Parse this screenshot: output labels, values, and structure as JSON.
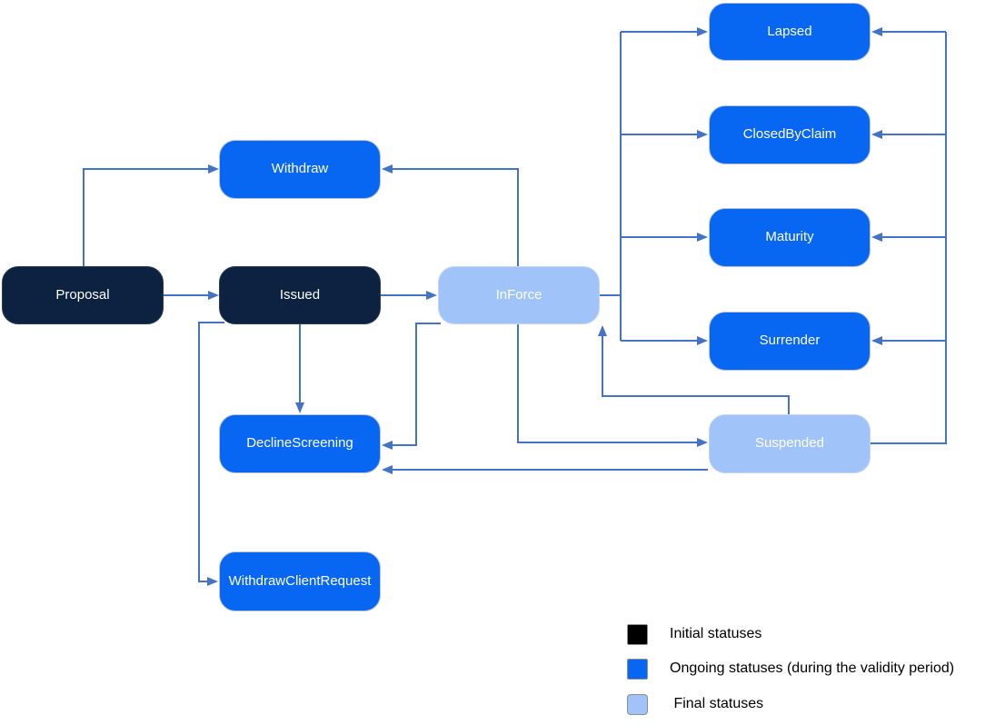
{
  "diagram": {
    "nodes": {
      "proposal": {
        "label": "Proposal",
        "type": "initial"
      },
      "withdraw": {
        "label": "Withdraw",
        "type": "ongoing"
      },
      "issued": {
        "label": "Issued",
        "type": "initial"
      },
      "inforce": {
        "label": "InForce",
        "type": "final"
      },
      "lapsed": {
        "label": "Lapsed",
        "type": "ongoing"
      },
      "closed_by_claim": {
        "label": "ClosedByClaim",
        "type": "ongoing"
      },
      "maturity": {
        "label": "Maturity",
        "type": "ongoing"
      },
      "surrender": {
        "label": "Surrender",
        "type": "ongoing"
      },
      "suspended": {
        "label": "Suspended",
        "type": "final"
      },
      "decline_screening": {
        "label": "DeclineScreening",
        "type": "ongoing"
      },
      "withdraw_client_request": {
        "label": "WithdrawClientRequest",
        "type": "ongoing"
      }
    },
    "transitions": [
      {
        "from": "Proposal",
        "to": "Withdraw"
      },
      {
        "from": "Proposal",
        "to": "Issued"
      },
      {
        "from": "Issued",
        "to": "InForce"
      },
      {
        "from": "Issued",
        "to": "DeclineScreening"
      },
      {
        "from": "Issued",
        "to": "WithdrawClientRequest"
      },
      {
        "from": "InForce",
        "to": "Withdraw"
      },
      {
        "from": "InForce",
        "to": "DeclineScreening"
      },
      {
        "from": "InForce",
        "to": "Suspended"
      },
      {
        "from": "InForce",
        "to": "Lapsed"
      },
      {
        "from": "InForce",
        "to": "ClosedByClaim"
      },
      {
        "from": "InForce",
        "to": "Maturity"
      },
      {
        "from": "InForce",
        "to": "Surrender"
      },
      {
        "from": "Suspended",
        "to": "InForce"
      },
      {
        "from": "Suspended",
        "to": "Lapsed"
      },
      {
        "from": "Suspended",
        "to": "ClosedByClaim"
      },
      {
        "from": "Suspended",
        "to": "Maturity"
      },
      {
        "from": "Suspended",
        "to": "Surrender"
      },
      {
        "from": "Suspended",
        "to": "DeclineScreening"
      }
    ]
  },
  "legend": {
    "items": [
      {
        "label": "Initial statuses",
        "color": "#000000"
      },
      {
        "label": "Ongoing statuses (during the validity period)",
        "color": "#0767F2"
      },
      {
        "label": " Final statuses",
        "color": "#A0C3F9"
      }
    ]
  },
  "colors": {
    "initial_status": "#0C2240",
    "ongoing_status": "#0767F2",
    "final_status": "#A0C3F9",
    "connector": "#4472C4",
    "background": "#FFFFFF"
  }
}
